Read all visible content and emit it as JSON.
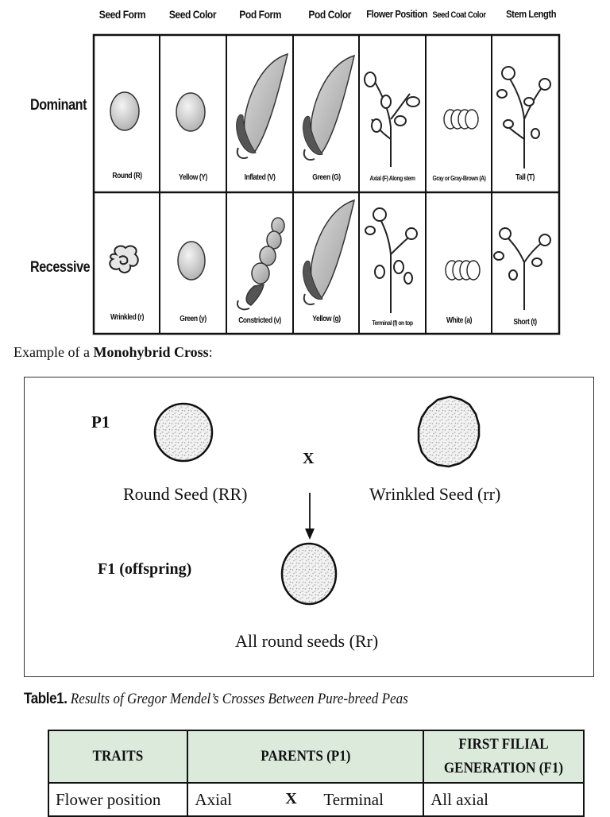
{
  "trait_table": {
    "headers": [
      "Seed Form",
      "Seed Color",
      "Pod Form",
      "Pod Color",
      "Flower Position",
      "Seed Coat Color",
      "Stem Length"
    ],
    "row_labels": [
      "Dominant",
      "Recessive"
    ],
    "dominant": [
      "Round (R)",
      "Yellow (Y)",
      "Inflated (V)",
      "Green (G)",
      "Axial (F) Along stem",
      "Gray or Gray-Brown (A)",
      "Tall (T)"
    ],
    "recessive": [
      "Wrinkled (r)",
      "Green (y)",
      "Constricted (v)",
      "Yellow (g)",
      "Terminal (f) on top",
      "White (a)",
      "Short (t)"
    ]
  },
  "example": {
    "prefix": "Example of a ",
    "bold": "Monohybrid Cross",
    "suffix": ":"
  },
  "cross": {
    "p1_label": "P1",
    "cross_symbol": "X",
    "parent1": "Round Seed (RR)",
    "parent2": "Wrinkled Seed (rr)",
    "f1_label": "F1 (offspring)",
    "offspring": "All round seeds (Rr)"
  },
  "caption": {
    "label": "Table1.",
    "text": " Results of Gregor Mendel’s Crosses Between Pure-breed Peas"
  },
  "results_table": {
    "headers": [
      "TRAITS",
      "PARENTS (P1)",
      "FIRST FILIAL GENERATION (F1)"
    ],
    "rows": [
      {
        "trait": "Flower position",
        "parent1": "Axial",
        "x": "X",
        "parent2": "Terminal",
        "f1": "All axial"
      }
    ]
  }
}
